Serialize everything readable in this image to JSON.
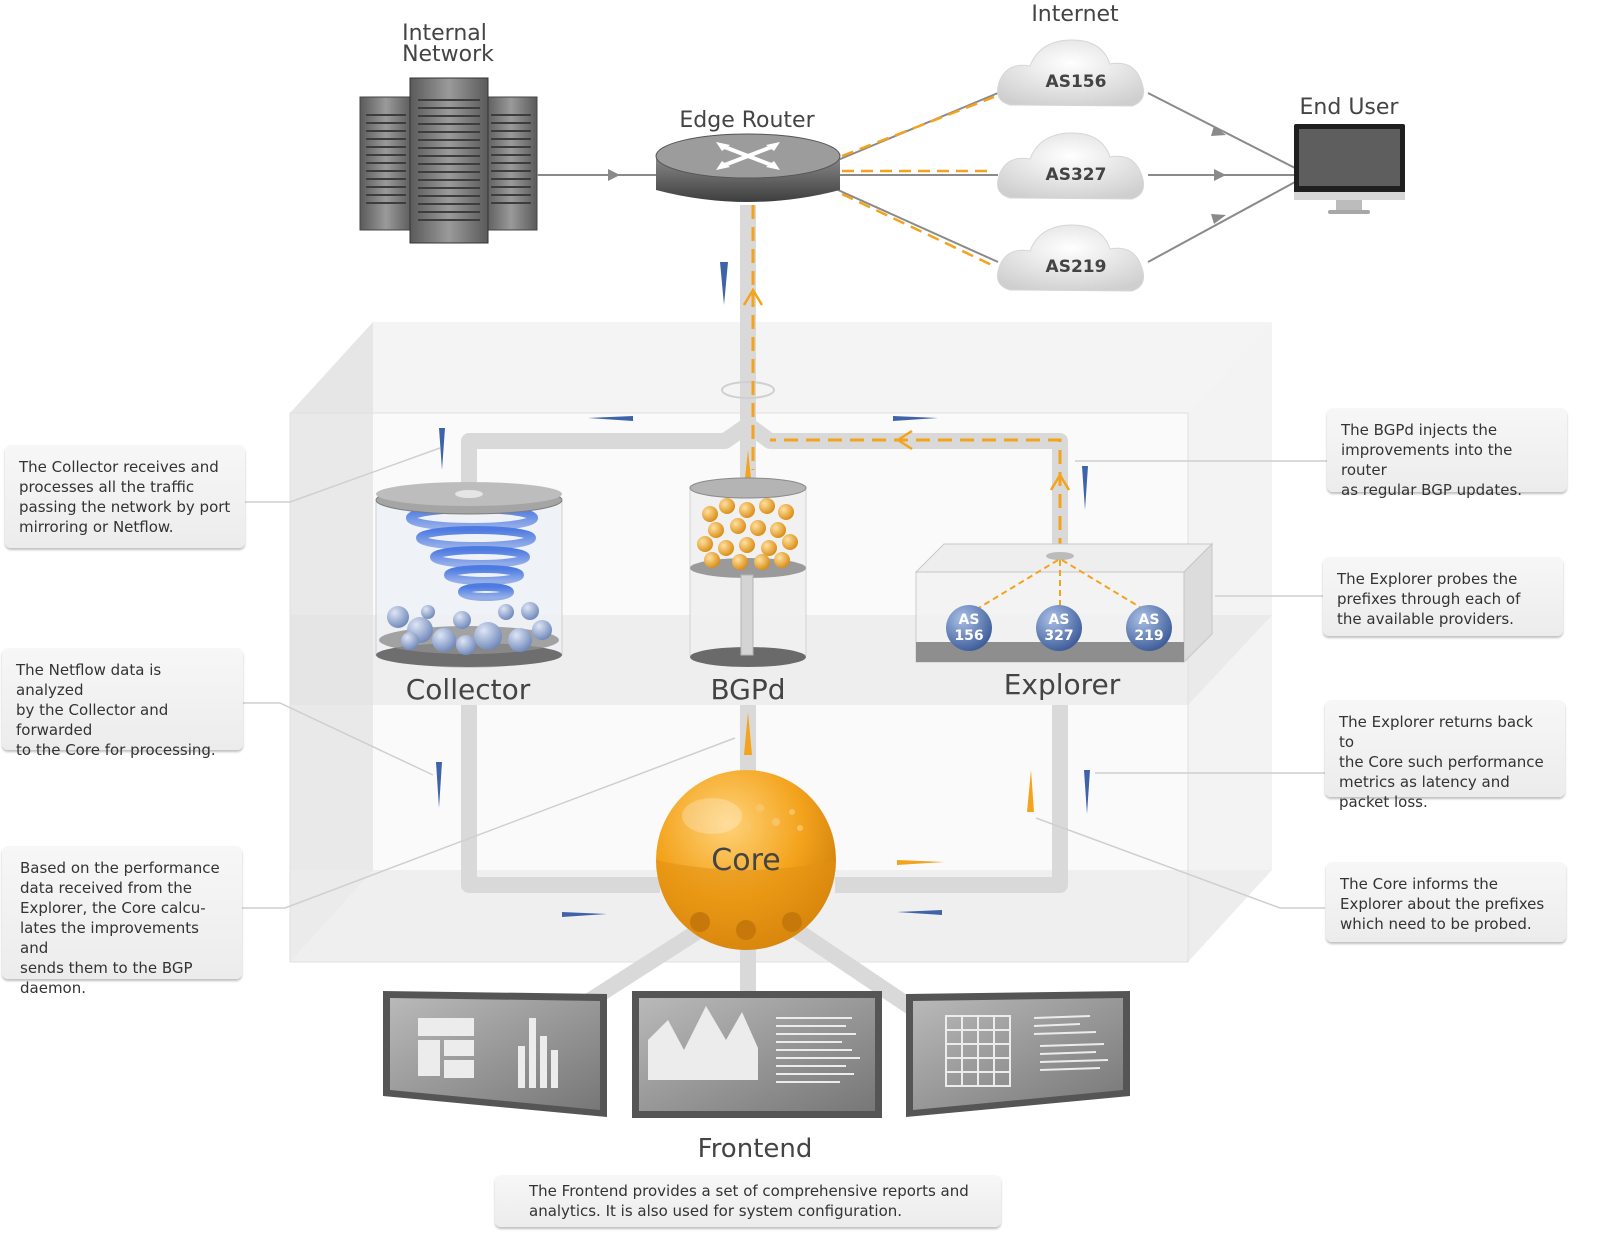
{
  "labels": {
    "internal_network": "Internal\nNetwork",
    "internet": "Internet",
    "edge_router": "Edge Router",
    "end_user": "End User",
    "as_cloud_1": "AS156",
    "as_cloud_2": "AS327",
    "as_cloud_3": "AS219",
    "collector": "Collector",
    "bgpd": "BGPd",
    "explorer": "Explorer",
    "core": "Core",
    "frontend": "Frontend",
    "probe_1_top": "AS",
    "probe_1_bottom": "156",
    "probe_2_top": "AS",
    "probe_2_bottom": "327",
    "probe_3_top": "AS",
    "probe_3_bottom": "219"
  },
  "notes": {
    "collector": "The Collector receives and\nprocesses all the traffic\npassing the network by port\nmirroring or Netflow.",
    "netflow": "The Netflow data is analyzed\nby the Collector and forwarded\nto the Core for processing.",
    "core_calc": "Based on the performance\ndata received from the\nExplorer, the Core calcu-\nlates the improvements and\nsends them to the BGP\ndaemon.",
    "bgpd": "The BGPd injects the\nimprovements into the router\nas regular BGP updates.",
    "explorer_probe": "The Explorer probes the\nprefixes through each of\nthe available providers.",
    "explorer_return": "The Explorer returns back to\nthe Core such performance\nmetrics as latency and\npacket loss.",
    "core_inform": "The Core informs the\nExplorer about the prefixes\nwhich need to be probed.",
    "frontend": "The Frontend provides a set of comprehensive reports and\nanalytics. It is also used for system configuration."
  },
  "colors": {
    "accent_orange": "#f3a31c",
    "flow_blue": "#3f63a8",
    "pipe_gray": "#d8d8d8",
    "device_gray": "#6b6b6b"
  },
  "icons": {
    "internal_network": "server-rack-icon",
    "edge_router": "router-icon",
    "end_user": "monitor-icon",
    "internet": "cloud-icon"
  }
}
